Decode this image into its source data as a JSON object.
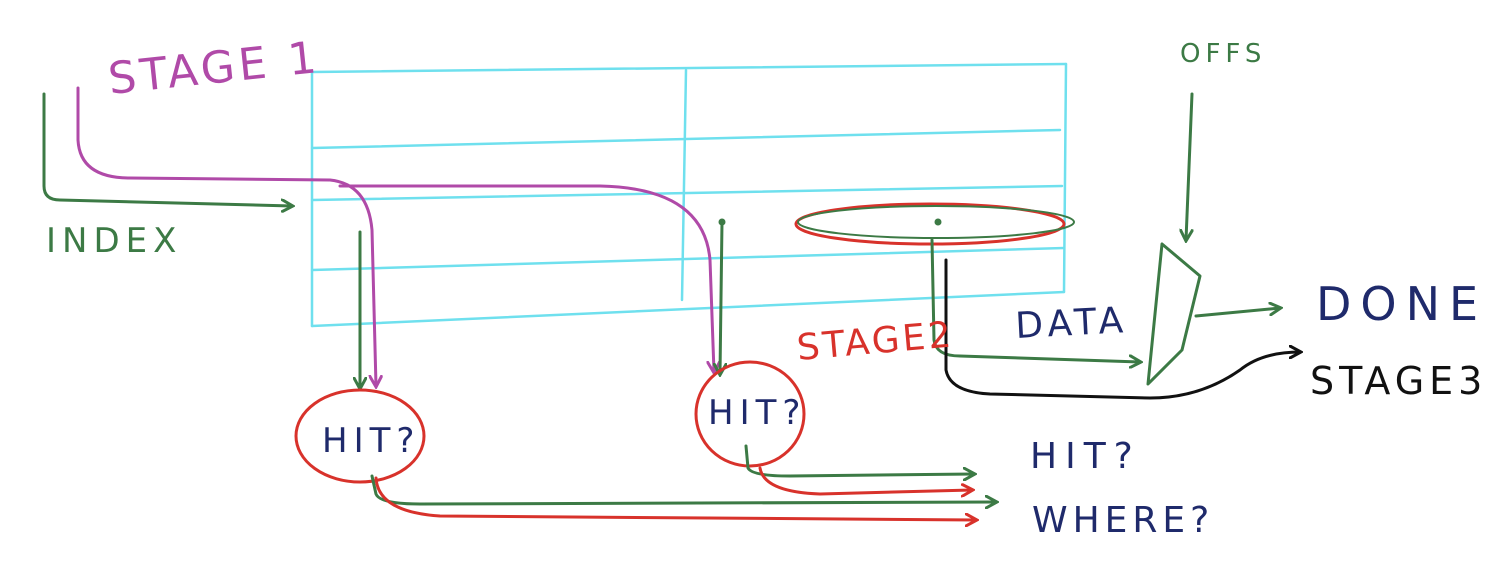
{
  "labels": {
    "stage1": "STAGE 1",
    "stage2": "STAGE2",
    "stage3": "STAGE3",
    "index": "INDEX",
    "offs": "OFFS",
    "data": "DATA",
    "done": "DONE",
    "hit1": "HIT?",
    "hit2": "HIT?",
    "hit_q": "HIT?",
    "where_q": "WHERE?"
  },
  "colors": {
    "grid": "#6fe0ee",
    "green": "#3c7a45",
    "magenta": "#b04aa8",
    "red": "#d8322b",
    "navy": "#1f2a6b",
    "black": "#111111"
  }
}
